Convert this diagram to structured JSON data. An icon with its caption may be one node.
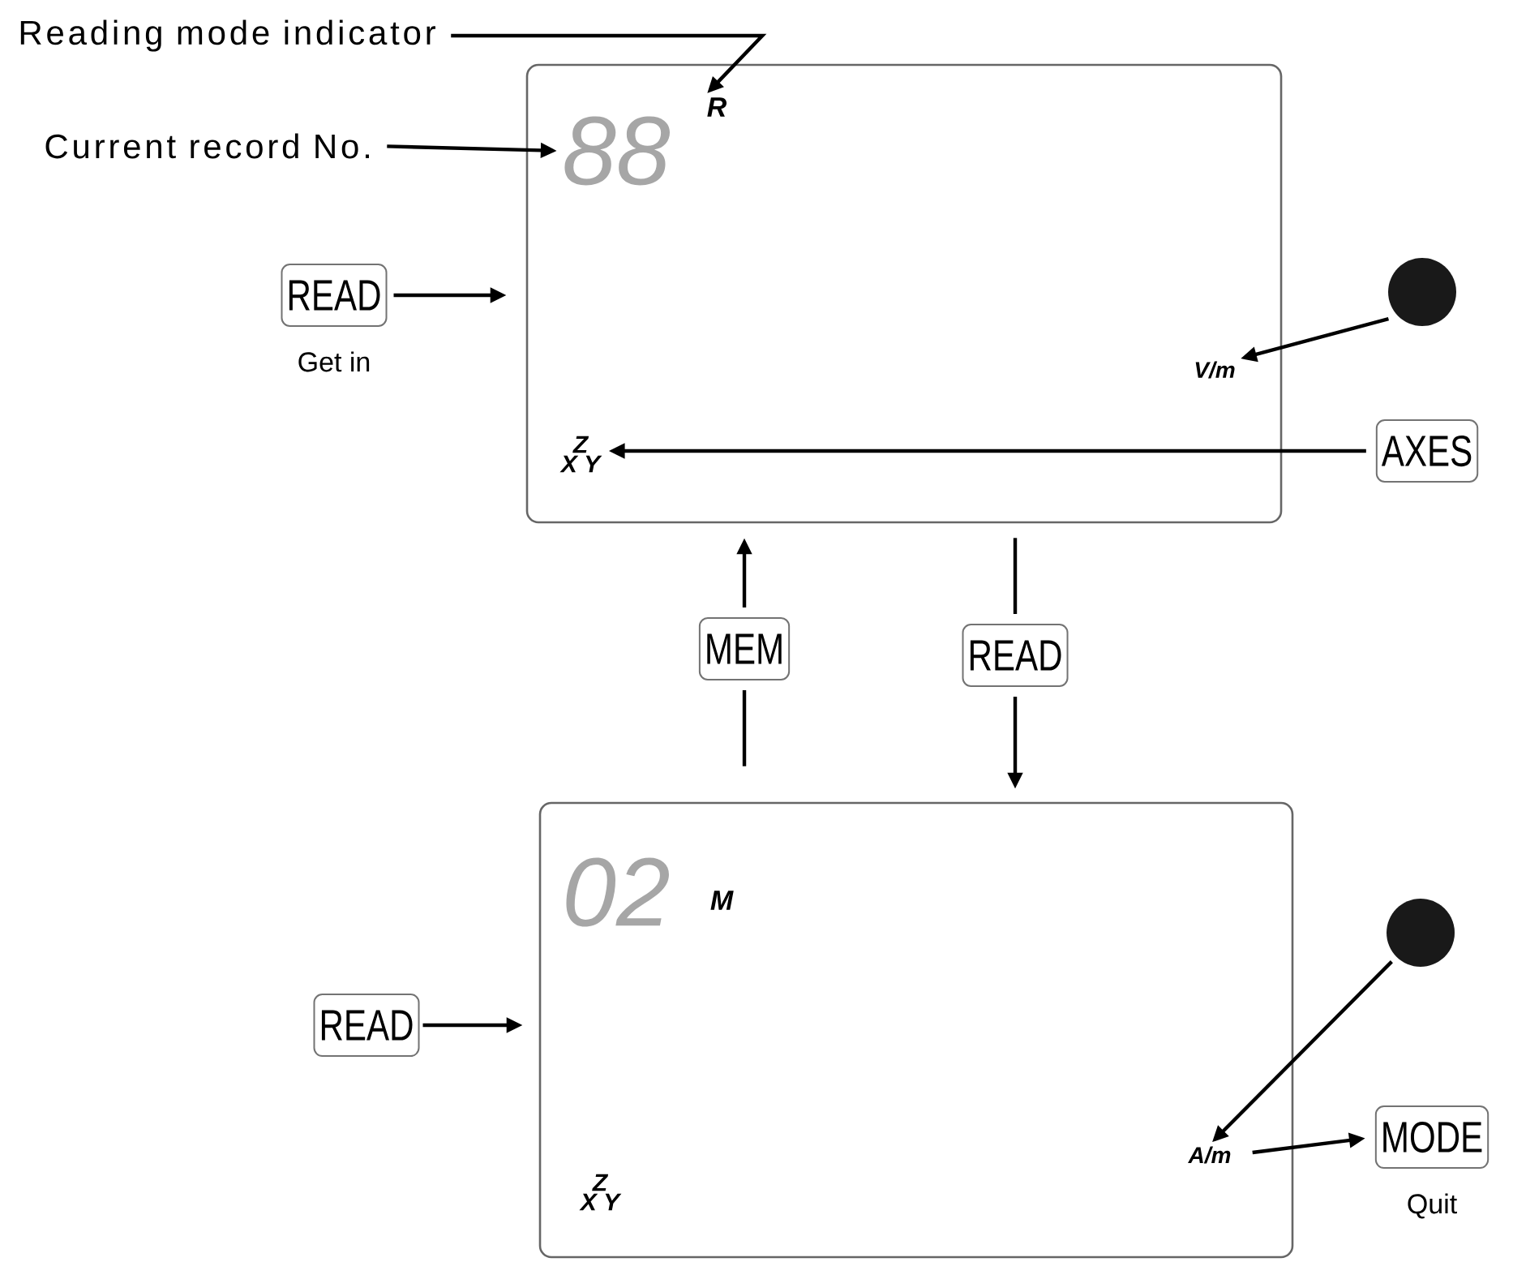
{
  "diagram": {
    "nodes": [
      {
        "text": [],
        "shape": "box"
      },
      {
        "text": [
          "Reading mode indicator"
        ]
      },
      {
        "text": [
          "R"
        ],
        "in": 0
      },
      {
        "text": [
          "Current record No."
        ]
      },
      {
        "text": [
          "88"
        ],
        "in": 0
      },
      {
        "text": [
          "READ"
        ],
        "beside": [
          "Get in"
        ]
      },
      {
        "text": [
          "V/m"
        ],
        "in": 0
      },
      {
        "text": [],
        "shape": "circle"
      },
      {
        "text": [
          "Z",
          "X Y"
        ],
        "in": 0
      },
      {
        "text": [
          "AXES"
        ]
      },
      {
        "text": [
          "MEM"
        ]
      },
      {
        "text": [
          "READ"
        ]
      },
      {
        "text": [],
        "shape": "box"
      },
      {
        "text": [
          "02"
        ],
        "in": 12
      },
      {
        "text": [
          "M"
        ],
        "in": 12
      },
      {
        "text": [
          "READ"
        ]
      },
      {
        "text": [
          "A/m"
        ],
        "in": 12
      },
      {
        "text": [],
        "shape": "circle"
      },
      {
        "text": [
          "Z",
          "X Y"
        ],
        "in": 12
      },
      {
        "text": [
          "MODE"
        ],
        "beside": [
          "Quit"
        ]
      }
    ],
    "edges": [
      {
        "from": 1,
        "to": 2,
        "arrow": "to"
      },
      {
        "from": 3,
        "to": 4,
        "arrow": "to"
      },
      {
        "from": 5,
        "to": 0,
        "arrow": "to"
      },
      {
        "from": 7,
        "to": 6,
        "arrow": "to"
      },
      {
        "from": 9,
        "to": 8,
        "arrow": "to"
      },
      {
        "from": 12,
        "to": 10,
        "arrow": "none"
      },
      {
        "from": 10,
        "to": 0,
        "arrow": "to"
      },
      {
        "from": 0,
        "to": 11,
        "arrow": "none"
      },
      {
        "from": 11,
        "to": 12,
        "arrow": "to"
      },
      {
        "from": 15,
        "to": 12,
        "arrow": "to"
      },
      {
        "from": 17,
        "to": 16,
        "arrow": "to"
      },
      {
        "from": 16,
        "to": 19,
        "arrow": "to"
      }
    ]
  }
}
